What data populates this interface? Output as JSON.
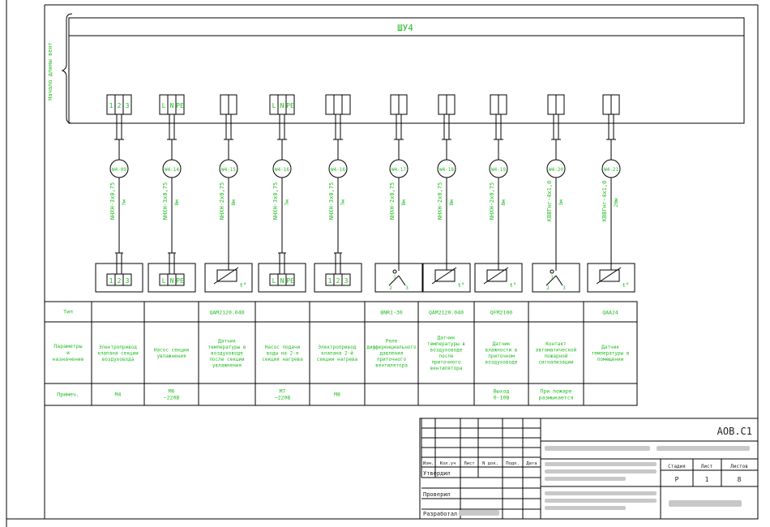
{
  "cabinet": {
    "name": "ШУ4",
    "side_label": "Начало длины вент"
  },
  "circuits": [
    {
      "cable_id": "W4-09",
      "cable_type": "NHXH-3x0,75",
      "length": "7м",
      "top_terminals": [
        "1",
        "2",
        "3"
      ],
      "bottom_terminals": [
        "1",
        "2",
        "3"
      ],
      "device_symbol": "terminal-box"
    },
    {
      "cable_id": "W4-14",
      "cable_type": "NHXH-3x0,75",
      "length": "8м",
      "top_terminals": [
        "L",
        "N",
        "PE"
      ],
      "bottom_terminals": [
        "L",
        "N",
        "PE"
      ],
      "device_symbol": "terminal-box"
    },
    {
      "cable_id": "W4-15",
      "cable_type": "NHXH-2x0,75",
      "length": "8м",
      "top_terminals": [
        "",
        ""
      ],
      "bottom_terminals": [],
      "device_symbol": "temp-sensor"
    },
    {
      "cable_id": "W4-16",
      "cable_type": "NHXH-3x0,75",
      "length": "7м",
      "top_terminals": [
        "L",
        "N",
        "PE"
      ],
      "bottom_terminals": [
        "L",
        "N",
        "PE"
      ],
      "device_symbol": "terminal-box"
    },
    {
      "cable_id": "W4-16",
      "cable_type": "NHXH-3x0,75",
      "length": "7м",
      "top_terminals": [
        "",
        "",
        ""
      ],
      "bottom_terminals": [
        "1",
        "2",
        "3"
      ],
      "device_symbol": "terminal-box"
    },
    {
      "cable_id": "W4-17",
      "cable_type": "NHXH-2x0,75",
      "length": "8м",
      "top_terminals": [
        "",
        ""
      ],
      "bottom_terminals": [],
      "device_symbol": "pressure-relay"
    },
    {
      "cable_id": "W4-18",
      "cable_type": "NHXH-2x0,75",
      "length": "8м",
      "top_terminals": [
        "",
        ""
      ],
      "bottom_terminals": [],
      "device_symbol": "temp-sensor"
    },
    {
      "cable_id": "W4-19",
      "cable_type": "NHXH-2x0,75",
      "length": "8м",
      "top_terminals": [
        "",
        ""
      ],
      "bottom_terminals": [],
      "device_symbol": "temp-sensor"
    },
    {
      "cable_id": "W4-20",
      "cable_type": "КВВГнг-4x1,0",
      "length": "3м",
      "top_terminals": [
        "",
        ""
      ],
      "bottom_terminals": [],
      "device_symbol": "pressure-relay"
    },
    {
      "cable_id": "W4-21",
      "cable_type": "КВВГнг-4x1,0",
      "length": "20м",
      "top_terminals": [
        "",
        ""
      ],
      "bottom_terminals": [],
      "device_symbol": "temp-sensor"
    }
  ],
  "spec_table": {
    "row_labels": [
      "Тип",
      "Параметры и назначение",
      "Примеч."
    ],
    "type_row": [
      "",
      "",
      "QAM2120.040",
      "",
      "",
      "BNR1-30",
      "QAM2120.040",
      "QFM2100",
      "",
      "QAA24"
    ],
    "purpose_row": [
      "Электропривод клапана секции воздуховода",
      "Насос секции увлажнения",
      "Датчик температуры в воздуховоде после секции увлажнения",
      "Насос подачи воды на 2-я секция нагрева",
      "Электропривод клапана 2-й секции нагрева",
      "Реле дифференциального давления приточного вентилятора",
      "Датчик температуры в воздуховоде после приточного вентилятора",
      "Датчик влажности в приточном воздуховоде",
      "Контакт автоматической пожарной сигнализации",
      "Датчик температуры в помещении"
    ],
    "note_row": [
      "М4",
      "М6\n~220В",
      "",
      "М7\n~220В",
      "М8",
      "",
      "",
      "Выход\n0-10В",
      "При пожаре размыкается",
      ""
    ]
  },
  "title_block": {
    "doc_code": "АОВ.С1",
    "row_headers": [
      "Изм.",
      "Кол.уч",
      "Лист",
      "N док.",
      "Подп.",
      "Дата"
    ],
    "roles": [
      "Утвердил",
      "Проверил",
      "Разработал"
    ],
    "stage_headers": [
      "Стадия",
      "Лист",
      "Листов"
    ],
    "stage_values": [
      "Р",
      "1",
      "8"
    ]
  }
}
